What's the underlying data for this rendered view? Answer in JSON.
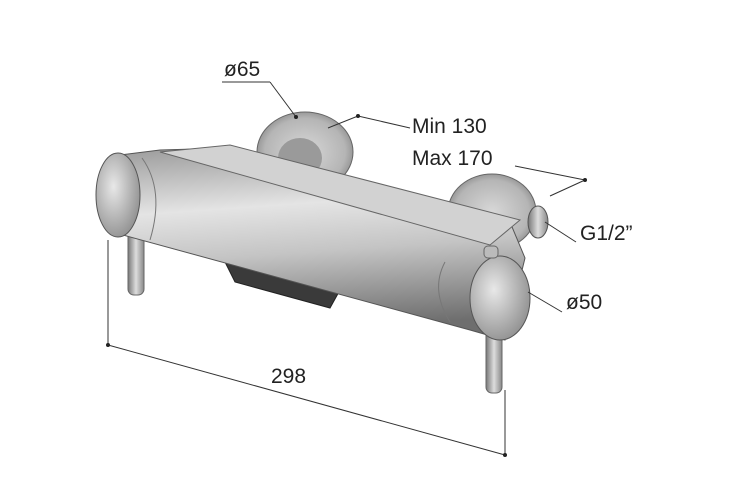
{
  "labels": {
    "flange_diameter": "ø65",
    "min_distance": "Min 130",
    "max_distance": "Max 170",
    "thread": "G1/2”",
    "body_diameter": "ø50",
    "total_length": "298"
  },
  "colors": {
    "metal_light": "#e6e6e6",
    "metal_dark": "#8a8a8a",
    "line": "#333333"
  }
}
